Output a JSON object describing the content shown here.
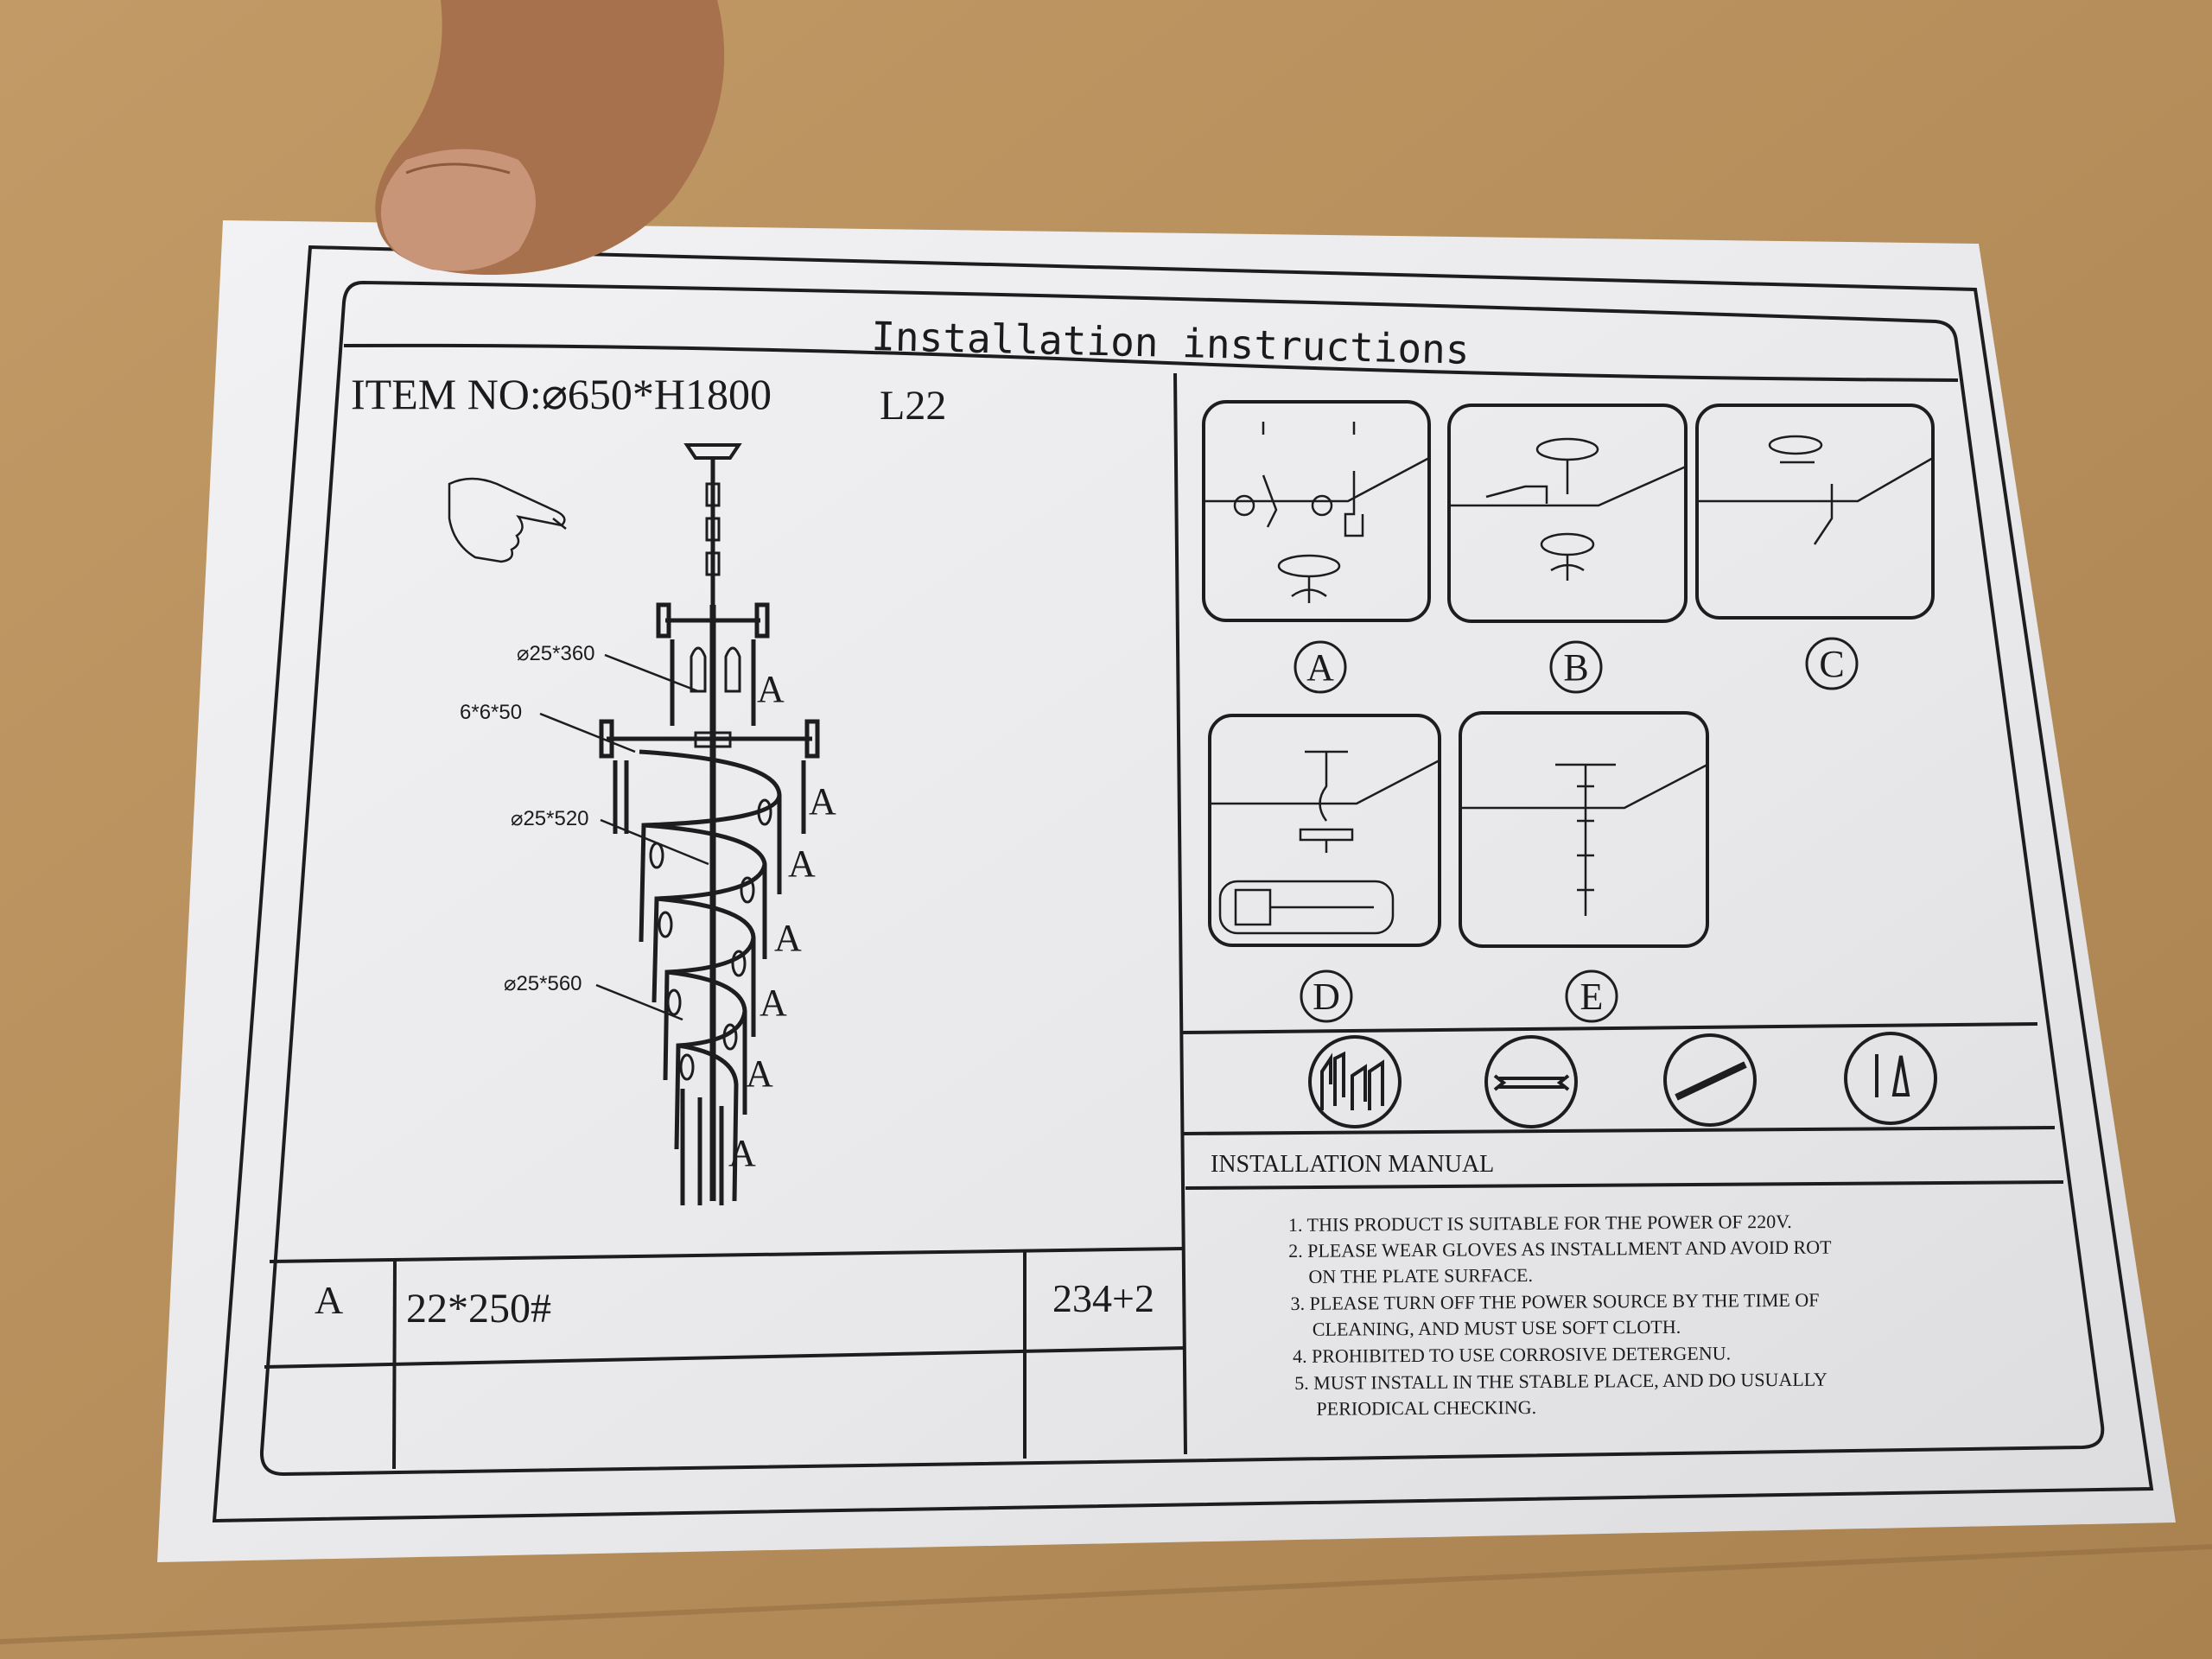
{
  "colors": {
    "background": "#b58f5c",
    "paper": "#eeeef0",
    "ink": "#1b1b1d",
    "skin": "#b77f5a"
  },
  "header": {
    "title": "Installation instructions"
  },
  "item": {
    "label": "ITEM NO:",
    "size": "⌀650*H1800",
    "model": "L22"
  },
  "diagram": {
    "callouts": [
      "⌀25*360",
      "6*6*50",
      "⌀25*520",
      "⌀25*560"
    ],
    "part_label": "A",
    "pointer_icon": "pointing-hand-icon"
  },
  "steps": [
    {
      "label": "A"
    },
    {
      "label": "B"
    },
    {
      "label": "C"
    },
    {
      "label": "D"
    },
    {
      "label": "E"
    }
  ],
  "tools": [
    "gloves-icon",
    "wrench-icon",
    "screwdriver-icon",
    "anchor-screw-icon"
  ],
  "manual": {
    "title": "INSTALLATION MANUAL",
    "lines": [
      "1. THIS PRODUCT IS SUITABLE FOR THE POWER OF 220V.",
      "2. PLEASE WEAR GLOVES AS INSTALLMENT AND AVOID ROT",
      "ON THE PLATE SURFACE.",
      "3. PLEASE TURN OFF THE POWER SOURCE BY THE TIME OF",
      "CLEANING, AND MUST USE SOFT CLOTH.",
      "4. PROHIBITED TO USE CORROSIVE DETERGENU.",
      "5. MUST INSTALL IN THE STABLE PLACE, AND DO USUALLY",
      "PERIODICAL CHECKING."
    ]
  },
  "parts_table": {
    "part": "A",
    "spec": "22*250#",
    "quantity": "234+2"
  }
}
